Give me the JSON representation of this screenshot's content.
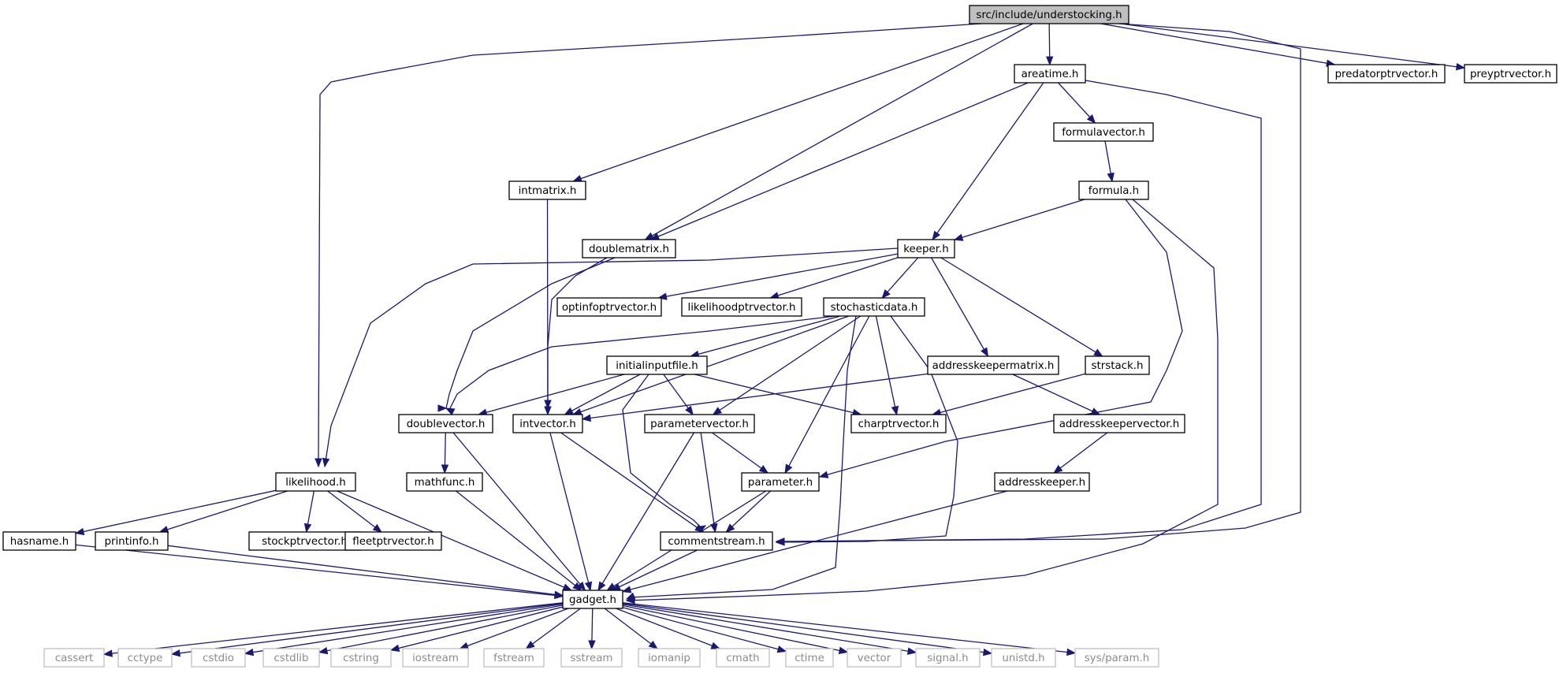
{
  "graph": {
    "colors": {
      "edge": "#191970",
      "node_border": "#000000",
      "root_fill": "#bfbfbf",
      "system_border": "#bfbfbf",
      "system_text": "#8c8c8c"
    },
    "nodes": [
      {
        "id": "root",
        "label": "src/include/understocking.h",
        "kind": "root"
      },
      {
        "id": "areatime",
        "label": "areatime.h",
        "kind": "file"
      },
      {
        "id": "predatorptrvector",
        "label": "predatorptrvector.h",
        "kind": "file"
      },
      {
        "id": "preyptrvector",
        "label": "preyptrvector.h",
        "kind": "file"
      },
      {
        "id": "formulavector",
        "label": "formulavector.h",
        "kind": "file"
      },
      {
        "id": "intmatrix",
        "label": "intmatrix.h",
        "kind": "file"
      },
      {
        "id": "formula",
        "label": "formula.h",
        "kind": "file"
      },
      {
        "id": "doublematrix",
        "label": "doublematrix.h",
        "kind": "file"
      },
      {
        "id": "keeper",
        "label": "keeper.h",
        "kind": "file"
      },
      {
        "id": "optinfoptrvector",
        "label": "optinfoptrvector.h",
        "kind": "file"
      },
      {
        "id": "likelihoodptrvector",
        "label": "likelihoodptrvector.h",
        "kind": "file"
      },
      {
        "id": "stochasticdata",
        "label": "stochasticdata.h",
        "kind": "file"
      },
      {
        "id": "initialinputfile",
        "label": "initialinputfile.h",
        "kind": "file"
      },
      {
        "id": "addresskeepermatrix",
        "label": "addresskeepermatrix.h",
        "kind": "file"
      },
      {
        "id": "strstack",
        "label": "strstack.h",
        "kind": "file"
      },
      {
        "id": "doublevector",
        "label": "doublevector.h",
        "kind": "file"
      },
      {
        "id": "intvector",
        "label": "intvector.h",
        "kind": "file"
      },
      {
        "id": "parametervector",
        "label": "parametervector.h",
        "kind": "file"
      },
      {
        "id": "charptrvector",
        "label": "charptrvector.h",
        "kind": "file"
      },
      {
        "id": "addresskeepervector",
        "label": "addresskeepervector.h",
        "kind": "file"
      },
      {
        "id": "likelihood",
        "label": "likelihood.h",
        "kind": "file"
      },
      {
        "id": "mathfunc",
        "label": "mathfunc.h",
        "kind": "file"
      },
      {
        "id": "parameter",
        "label": "parameter.h",
        "kind": "file"
      },
      {
        "id": "addresskeeper",
        "label": "addresskeeper.h",
        "kind": "file"
      },
      {
        "id": "hasname",
        "label": "hasname.h",
        "kind": "file"
      },
      {
        "id": "printinfo",
        "label": "printinfo.h",
        "kind": "file"
      },
      {
        "id": "stockptrvector",
        "label": "stockptrvector.h",
        "kind": "file"
      },
      {
        "id": "fleetptrvector",
        "label": "fleetptrvector.h",
        "kind": "file"
      },
      {
        "id": "commentstream",
        "label": "commentstream.h",
        "kind": "file"
      },
      {
        "id": "gadget",
        "label": "gadget.h",
        "kind": "file"
      },
      {
        "id": "cassert",
        "label": "cassert",
        "kind": "system"
      },
      {
        "id": "cctype",
        "label": "cctype",
        "kind": "system"
      },
      {
        "id": "cstdio",
        "label": "cstdio",
        "kind": "system"
      },
      {
        "id": "cstdlib",
        "label": "cstdlib",
        "kind": "system"
      },
      {
        "id": "cstring",
        "label": "cstring",
        "kind": "system"
      },
      {
        "id": "iostream",
        "label": "iostream",
        "kind": "system"
      },
      {
        "id": "fstream",
        "label": "fstream",
        "kind": "system"
      },
      {
        "id": "sstream",
        "label": "sstream",
        "kind": "system"
      },
      {
        "id": "iomanip",
        "label": "iomanip",
        "kind": "system"
      },
      {
        "id": "cmath",
        "label": "cmath",
        "kind": "system"
      },
      {
        "id": "ctime",
        "label": "ctime",
        "kind": "system"
      },
      {
        "id": "vector",
        "label": "vector",
        "kind": "system"
      },
      {
        "id": "signal",
        "label": "signal.h",
        "kind": "system"
      },
      {
        "id": "unistd",
        "label": "unistd.h",
        "kind": "system"
      },
      {
        "id": "sysparam",
        "label": "sys/param.h",
        "kind": "system"
      }
    ],
    "edges": [
      {
        "from": "root",
        "to": "areatime"
      },
      {
        "from": "root",
        "to": "predatorptrvector"
      },
      {
        "from": "root",
        "to": "preyptrvector"
      },
      {
        "from": "root",
        "to": "intmatrix"
      },
      {
        "from": "root",
        "to": "doublematrix"
      },
      {
        "from": "root",
        "to": "likelihood"
      },
      {
        "from": "root",
        "to": "commentstream"
      },
      {
        "from": "areatime",
        "to": "formulavector"
      },
      {
        "from": "areatime",
        "to": "doublematrix"
      },
      {
        "from": "areatime",
        "to": "keeper"
      },
      {
        "from": "areatime",
        "to": "commentstream"
      },
      {
        "from": "formulavector",
        "to": "formula"
      },
      {
        "from": "formula",
        "to": "keeper"
      },
      {
        "from": "formula",
        "to": "parameter"
      },
      {
        "from": "formula",
        "to": "gadget"
      },
      {
        "from": "intmatrix",
        "to": "intvector"
      },
      {
        "from": "doublematrix",
        "to": "doublevector"
      },
      {
        "from": "doublematrix",
        "to": "intvector"
      },
      {
        "from": "keeper",
        "to": "optinfoptrvector"
      },
      {
        "from": "keeper",
        "to": "likelihoodptrvector"
      },
      {
        "from": "keeper",
        "to": "stochasticdata"
      },
      {
        "from": "keeper",
        "to": "addresskeepermatrix"
      },
      {
        "from": "keeper",
        "to": "strstack"
      },
      {
        "from": "keeper",
        "to": "likelihood"
      },
      {
        "from": "stochasticdata",
        "to": "initialinputfile"
      },
      {
        "from": "stochasticdata",
        "to": "doublevector"
      },
      {
        "from": "stochasticdata",
        "to": "intvector"
      },
      {
        "from": "stochasticdata",
        "to": "parametervector"
      },
      {
        "from": "stochasticdata",
        "to": "charptrvector"
      },
      {
        "from": "stochasticdata",
        "to": "parameter"
      },
      {
        "from": "stochasticdata",
        "to": "commentstream"
      },
      {
        "from": "stochasticdata",
        "to": "gadget"
      },
      {
        "from": "initialinputfile",
        "to": "doublevector"
      },
      {
        "from": "initialinputfile",
        "to": "intvector"
      },
      {
        "from": "initialinputfile",
        "to": "parametervector"
      },
      {
        "from": "initialinputfile",
        "to": "charptrvector"
      },
      {
        "from": "initialinputfile",
        "to": "commentstream"
      },
      {
        "from": "addresskeepermatrix",
        "to": "intvector"
      },
      {
        "from": "addresskeepermatrix",
        "to": "addresskeepervector"
      },
      {
        "from": "strstack",
        "to": "charptrvector"
      },
      {
        "from": "doublevector",
        "to": "mathfunc"
      },
      {
        "from": "doublevector",
        "to": "gadget"
      },
      {
        "from": "intvector",
        "to": "commentstream"
      },
      {
        "from": "intvector",
        "to": "gadget"
      },
      {
        "from": "parametervector",
        "to": "parameter"
      },
      {
        "from": "parametervector",
        "to": "commentstream"
      },
      {
        "from": "parametervector",
        "to": "gadget"
      },
      {
        "from": "addresskeepervector",
        "to": "addresskeeper"
      },
      {
        "from": "likelihood",
        "to": "hasname"
      },
      {
        "from": "likelihood",
        "to": "printinfo"
      },
      {
        "from": "likelihood",
        "to": "stockptrvector"
      },
      {
        "from": "likelihood",
        "to": "fleetptrvector"
      },
      {
        "from": "likelihood",
        "to": "gadget"
      },
      {
        "from": "mathfunc",
        "to": "gadget"
      },
      {
        "from": "parameter",
        "to": "commentstream"
      },
      {
        "from": "parameter",
        "to": "gadget"
      },
      {
        "from": "addresskeeper",
        "to": "gadget"
      },
      {
        "from": "hasname",
        "to": "gadget"
      },
      {
        "from": "printinfo",
        "to": "gadget"
      },
      {
        "from": "commentstream",
        "to": "gadget"
      },
      {
        "from": "gadget",
        "to": "cassert"
      },
      {
        "from": "gadget",
        "to": "cctype"
      },
      {
        "from": "gadget",
        "to": "cstdio"
      },
      {
        "from": "gadget",
        "to": "cstdlib"
      },
      {
        "from": "gadget",
        "to": "cstring"
      },
      {
        "from": "gadget",
        "to": "iostream"
      },
      {
        "from": "gadget",
        "to": "fstream"
      },
      {
        "from": "gadget",
        "to": "sstream"
      },
      {
        "from": "gadget",
        "to": "iomanip"
      },
      {
        "from": "gadget",
        "to": "cmath"
      },
      {
        "from": "gadget",
        "to": "ctime"
      },
      {
        "from": "gadget",
        "to": "vector"
      },
      {
        "from": "gadget",
        "to": "signal"
      },
      {
        "from": "gadget",
        "to": "unistd"
      },
      {
        "from": "gadget",
        "to": "sysparam"
      }
    ]
  }
}
